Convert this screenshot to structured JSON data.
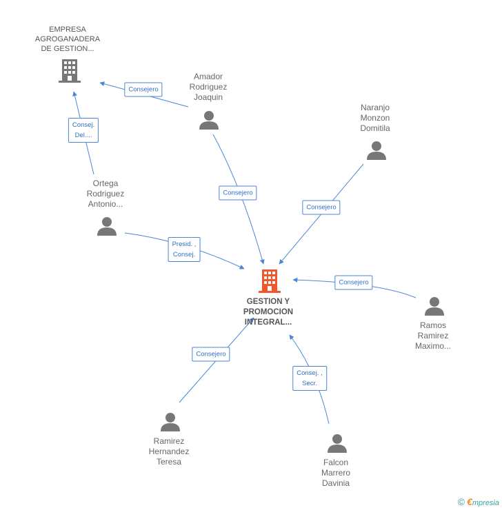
{
  "nodes": {
    "empresa": {
      "label": "EMPRESA\nAGROGANADERA\nDE GESTION..."
    },
    "central": {
      "label": "GESTION Y\nPROMOCION\nINTEGRAL..."
    },
    "amador": {
      "label": "Amador\nRodriguez\nJoaquin"
    },
    "naranjo": {
      "label": "Naranjo\nMonzon\nDomitila"
    },
    "ortega": {
      "label": "Ortega\nRodriguez\nAntonio..."
    },
    "ramos": {
      "label": "Ramos\nRamirez\nMaximo..."
    },
    "ramirez": {
      "label": "Ramirez\nHernandez\nTeresa"
    },
    "falcon": {
      "label": "Falcon\nMarrero\nDavinia"
    }
  },
  "edges": {
    "amador_empresa": "Consejero",
    "ortega_empresa": "Consej.\nDel....",
    "amador_central": "Consejero",
    "naranjo_central": "Consejero",
    "ortega_central": "Presid. ,\nConsej.",
    "ramos_central": "Consejero",
    "ramirez_central": "Consejero",
    "falcon_central": "Consej. ,\nSecr."
  },
  "colors": {
    "edge": "#4a86d6",
    "person_icon": "#777777",
    "building_icon": "#777777",
    "central_icon": "#f0572a"
  },
  "footer": {
    "copyright": "©",
    "brand_e": "€",
    "brand_rest": "mpresia"
  }
}
